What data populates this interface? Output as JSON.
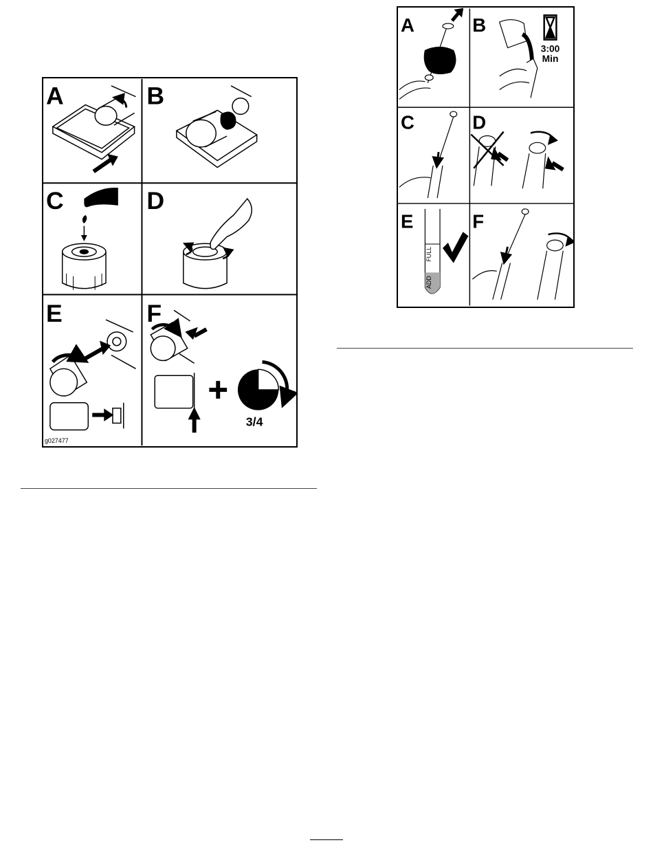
{
  "figures": {
    "oil_filter": {
      "panels": [
        {
          "letter": "A"
        },
        {
          "letter": "B"
        },
        {
          "letter": "C"
        },
        {
          "letter": "D"
        },
        {
          "letter": "E"
        },
        {
          "letter": "F"
        }
      ],
      "fraction_label": "3/4",
      "graphic_id": "g027477"
    },
    "dipstick": {
      "panels": [
        {
          "letter": "A"
        },
        {
          "letter": "B"
        },
        {
          "letter": "C"
        },
        {
          "letter": "D"
        },
        {
          "letter": "E"
        },
        {
          "letter": "F"
        }
      ],
      "wait_time": "3:00",
      "wait_unit": "Min",
      "dipstick_add": "ADD",
      "dipstick_full": "FULL"
    }
  },
  "icons": [
    "arrow-icon",
    "hourglass-icon",
    "checkmark-icon",
    "plus-icon",
    "quarter-turn-icon",
    "rotation-arrow-icon",
    "cross-out-icon"
  ]
}
